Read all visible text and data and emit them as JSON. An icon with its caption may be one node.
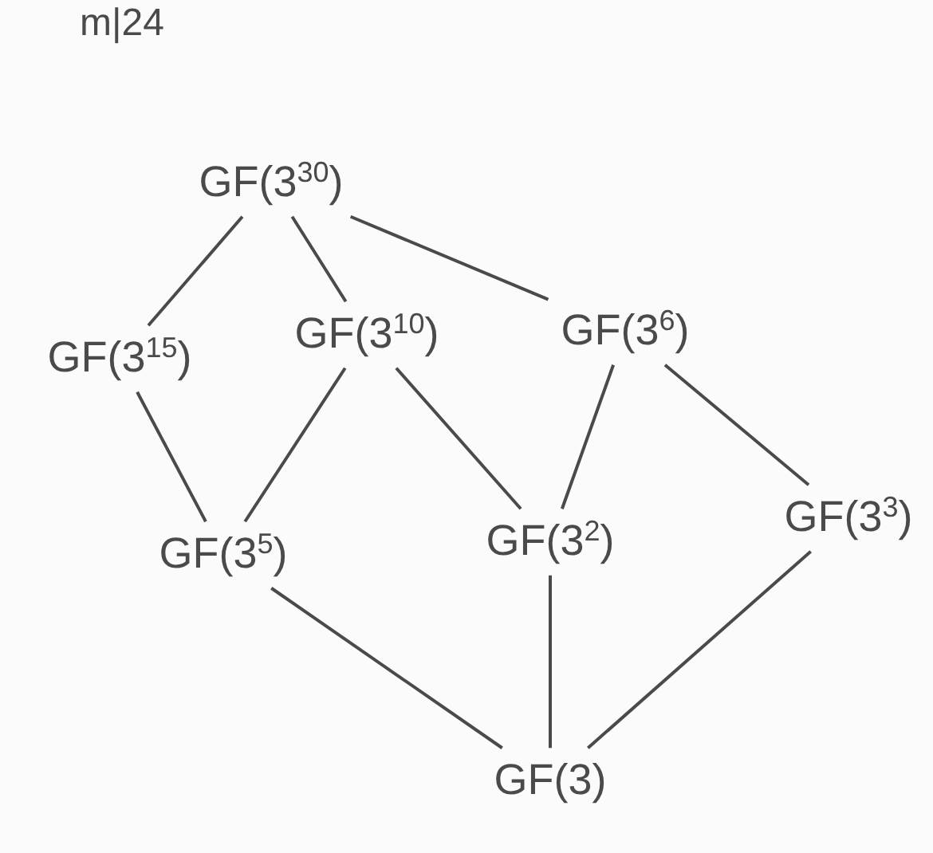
{
  "diagram": {
    "nodes": [
      {
        "text": [
          "GF(3$^{30}$)"
        ]
      },
      {
        "text": [
          "GF(3$^{15}$)"
        ]
      },
      {
        "text": [
          "GF(3$^{10}$)"
        ]
      },
      {
        "text": [
          "GF(3$^{6}$)"
        ]
      },
      {
        "text": [
          "GF(3$^{5}$)"
        ]
      },
      {
        "text": [
          "GF(3$^{2}$)"
        ]
      },
      {
        "text": [
          "GF(3$^{3}$)"
        ]
      },
      {
        "text": [
          "GF(3)"
        ]
      }
    ],
    "edges": [
      {
        "from": 0,
        "to": 1,
        "arrow": "none"
      },
      {
        "from": 0,
        "to": 2,
        "arrow": "none"
      },
      {
        "from": 0,
        "to": 3,
        "arrow": "none"
      },
      {
        "from": 1,
        "to": 4,
        "arrow": "none"
      },
      {
        "from": 2,
        "to": 4,
        "arrow": "none"
      },
      {
        "from": 2,
        "to": 5,
        "arrow": "none"
      },
      {
        "from": 3,
        "to": 5,
        "arrow": "none"
      },
      {
        "from": 3,
        "to": 6,
        "arrow": "none"
      },
      {
        "from": 4,
        "to": 7,
        "arrow": "none"
      },
      {
        "from": 5,
        "to": 7,
        "arrow": "none"
      },
      {
        "from": 6,
        "to": 7,
        "arrow": "none"
      }
    ],
    "labels": [
      "m|24"
    ]
  }
}
